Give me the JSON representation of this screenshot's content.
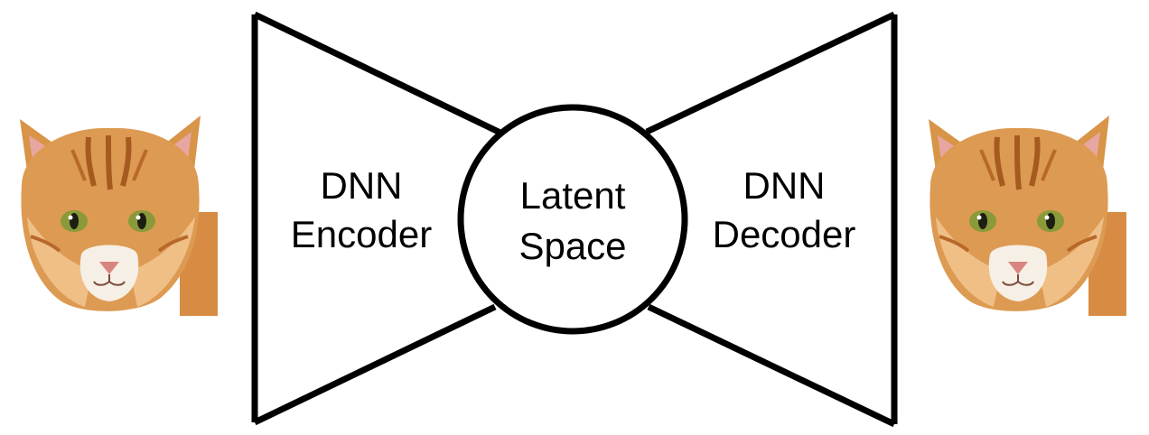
{
  "diagram": {
    "encoder": {
      "line1": "DNN",
      "line2": "Encoder"
    },
    "latent": {
      "line1": "Latent",
      "line2": "Space"
    },
    "decoder": {
      "line1": "DNN",
      "line2": "Decoder"
    },
    "input_image": {
      "name": "cat-face-input"
    },
    "output_image": {
      "name": "cat-face-output"
    }
  },
  "colors": {
    "stroke": "#000000",
    "fur_orange": "#d9944a",
    "fur_light": "#f1c58c",
    "stripe": "#a65a1f",
    "eye": "#8a9a3a",
    "ear_inner": "#e7a7a0",
    "muzzle": "#f6efe6",
    "nose": "#d9857f"
  }
}
